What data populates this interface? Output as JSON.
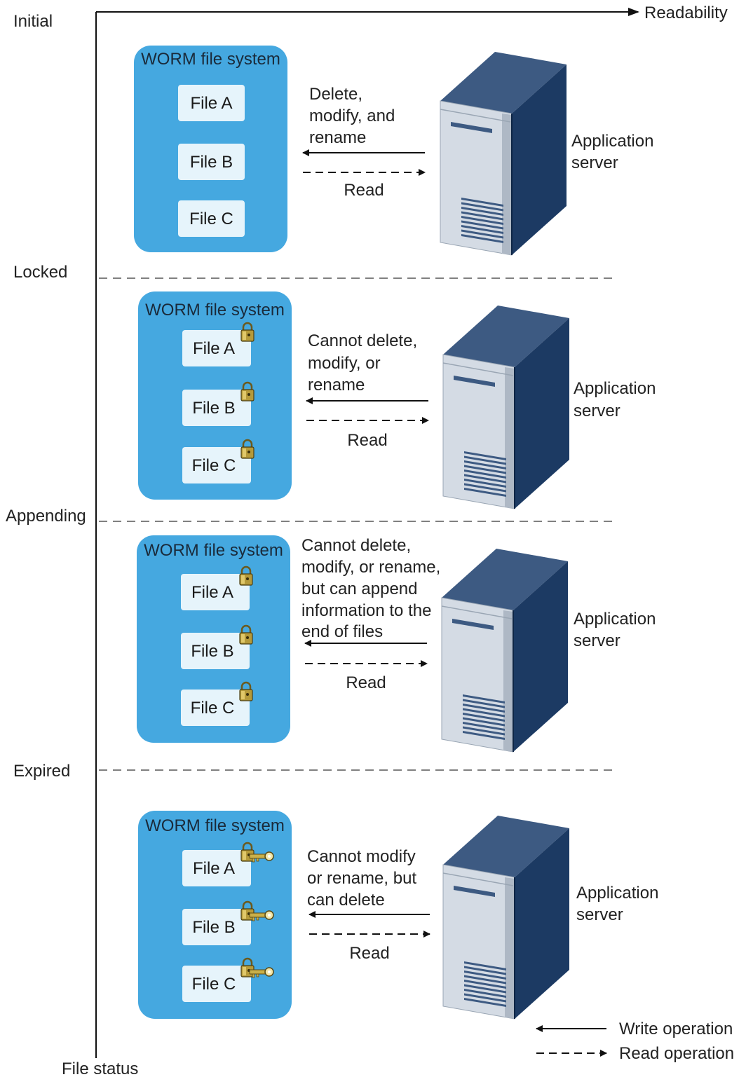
{
  "axes": {
    "x_label": "Readability",
    "y_label": "File status"
  },
  "colors": {
    "worm_box": "#45a8e0",
    "file_box": "#e6f4fb",
    "server_front": "#d4dbe4",
    "server_side": "#1c3a63",
    "server_top": "#3d5a82",
    "arrow": "#111111",
    "divider": "#808080"
  },
  "stages": [
    {
      "status": "Initial",
      "worm_title": "WORM file system",
      "files": [
        "File A",
        "File B",
        "File C"
      ],
      "file_icon": "none",
      "write_text": [
        "Delete,",
        "modify, and",
        "rename"
      ],
      "read_text": "Read",
      "server_label": [
        "Application",
        "server"
      ]
    },
    {
      "status": "Locked",
      "worm_title": "WORM file system",
      "files": [
        "File A",
        "File B",
        "File C"
      ],
      "file_icon": "lock-icon",
      "write_text": [
        "Cannot delete,",
        "modify, or",
        "rename"
      ],
      "read_text": "Read",
      "server_label": [
        "Application",
        "server"
      ]
    },
    {
      "status": "Appending",
      "worm_title": "WORM file system",
      "files": [
        "File A",
        "File B",
        "File C"
      ],
      "file_icon": "lock-icon",
      "write_text": [
        "Cannot delete,",
        "modify, or rename,",
        "but can append",
        "information to the",
        "end of files"
      ],
      "read_text": "Read",
      "server_label": [
        "Application",
        "server"
      ]
    },
    {
      "status": "Expired",
      "worm_title": "WORM file system",
      "files": [
        "File A",
        "File B",
        "File C"
      ],
      "file_icon": "lock-key-icon",
      "write_text": [
        "Cannot modify",
        "or rename, but",
        "can delete"
      ],
      "read_text": "Read",
      "server_label": [
        "Application",
        "server"
      ]
    }
  ],
  "legend": {
    "write": "Write operation",
    "read": "Read operation"
  }
}
